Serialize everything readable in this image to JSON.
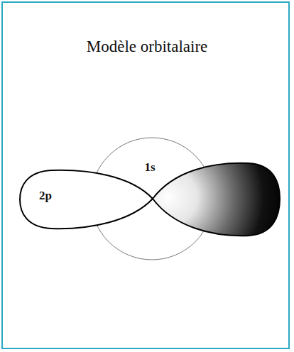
{
  "diagram": {
    "title": "Modèle orbitalaire",
    "labels": [
      "1s",
      "2p"
    ]
  }
}
